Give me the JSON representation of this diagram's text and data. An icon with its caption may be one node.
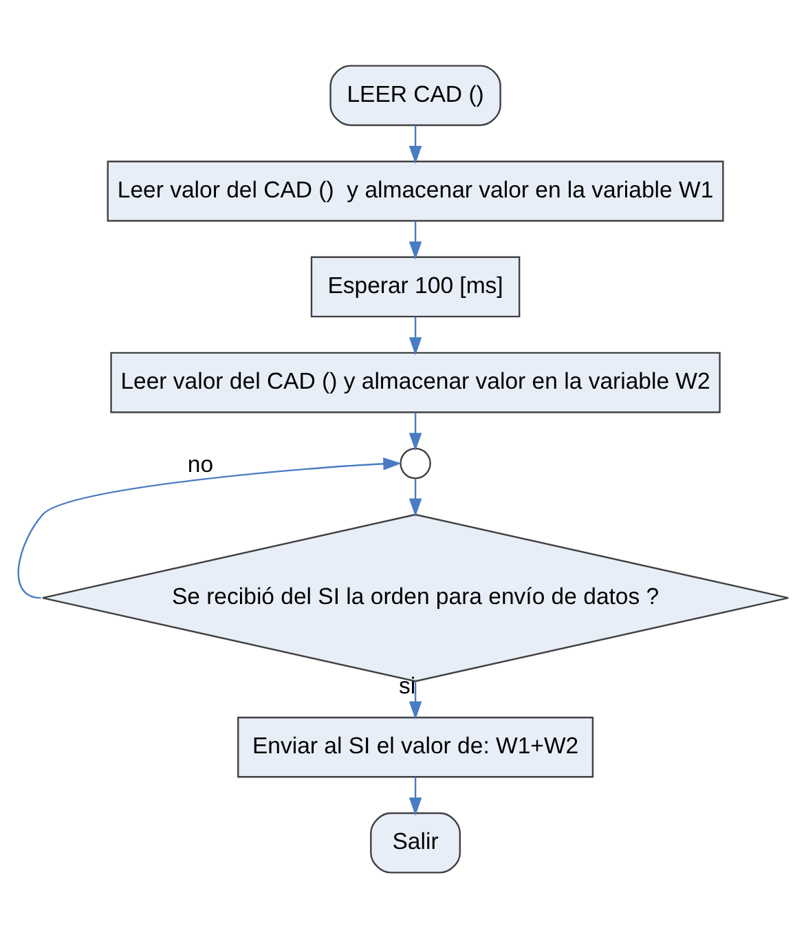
{
  "diagram": {
    "nodes": [
      {
        "text": [
          "LEER CAD ()"
        ]
      },
      {
        "text": [
          "Leer valor del CAD ()  y almacenar valor en la variable W1"
        ]
      },
      {
        "text": [
          "Esperar 100 [ms]"
        ]
      },
      {
        "text": [
          "Leer valor del CAD () y almacenar valor en la variable W2"
        ]
      },
      {
        "text": [],
        "shape": "circle"
      },
      {
        "text": [
          "Se recibió del SI la orden para envío de datos ?"
        ]
      },
      {
        "text": [
          "Enviar al SI el valor de: W1+W2"
        ]
      },
      {
        "text": [
          "Salir"
        ]
      }
    ],
    "edges": [
      {
        "from": 0,
        "to": 1,
        "arrow": "to"
      },
      {
        "from": 1,
        "to": 2,
        "arrow": "to"
      },
      {
        "from": 2,
        "to": 3,
        "arrow": "to"
      },
      {
        "from": 3,
        "to": 4,
        "arrow": "to"
      },
      {
        "from": 4,
        "to": 5,
        "arrow": "to"
      },
      {
        "from": 5,
        "to": 4,
        "arrow": "to",
        "label": "no"
      },
      {
        "from": 5,
        "to": 6,
        "arrow": "to",
        "label": "si"
      },
      {
        "from": 6,
        "to": 7,
        "arrow": "to"
      }
    ]
  }
}
